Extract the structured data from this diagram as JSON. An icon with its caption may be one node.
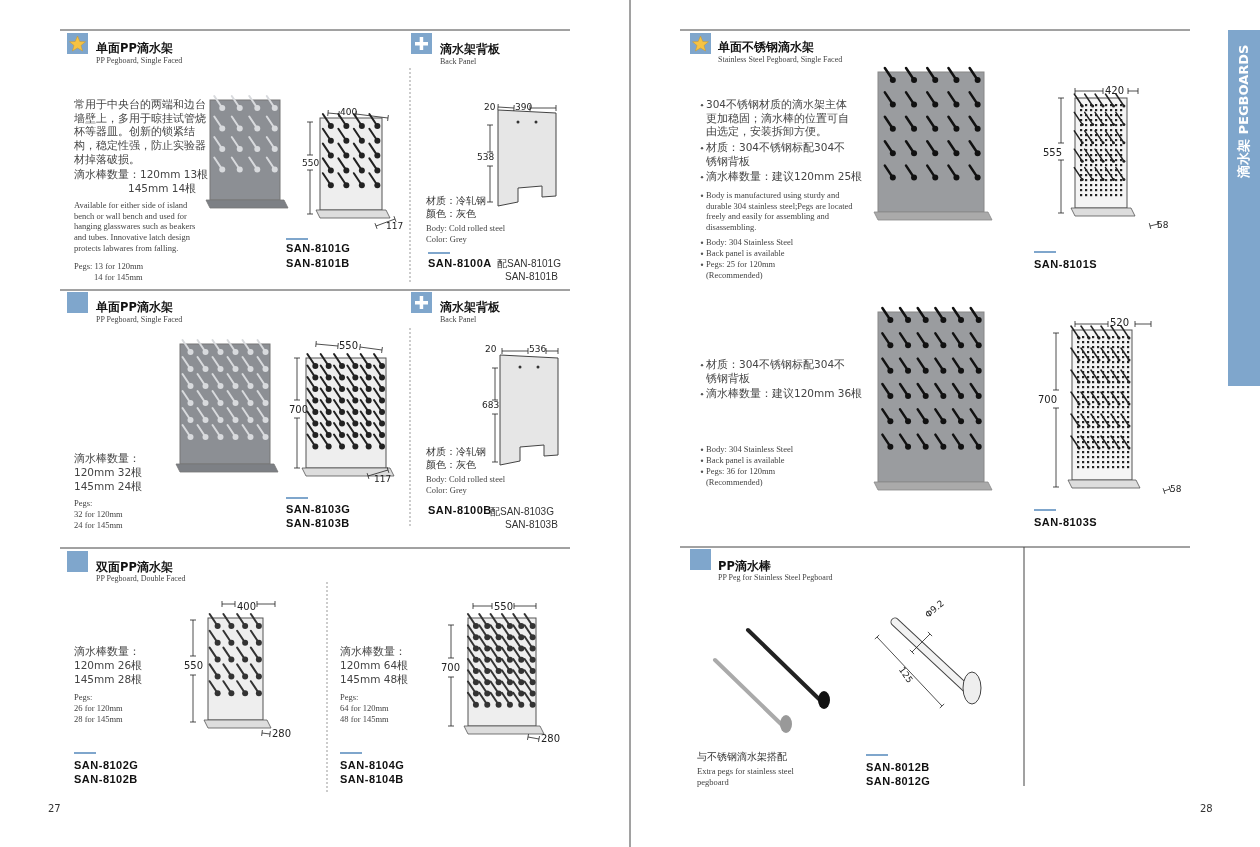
{
  "diagram": {
    "labels": [
      "单面PP滴水架",
      "PP Pegboard, Single Faced",
      "常用于中央台的两端和边台墙壁上，多用于晾挂试管烧杯等器皿。创新的锁紧结构，稳定性强，防止实验器材掉落破损。",
      "滴水棒数量：120mm 13根",
      "145mm 14根",
      "Available for either side of island bench or wall bench and used for hanging glasswares such as beakers and tubes. Innovative latch design protects labwares from falling.",
      "Pegs: 13 for 120mm",
      "14 for 145mm",
      "400",
      "550",
      "117",
      "SAN-8101G",
      "SAN-8101B",
      "滴水架背板",
      "Back Panel",
      "390",
      "20",
      "538",
      "材质：冷轧钢",
      "颜色：灰色",
      "Body: Cold rolled steel",
      "Color: Grey",
      "SAN-8100A",
      "配SAN-8101G",
      "SAN-8101B",
      "单面PP滴水架",
      "PP Pegboard, Single Faced",
      "滴水棒数量：",
      "120mm 32根",
      "145mm 24根",
      "Pegs:",
      "32 for 120mm",
      "24 for 145mm",
      "550",
      "700",
      "117",
      "SAN-8103G",
      "SAN-8103B",
      "滴水架背板",
      "Back Panel",
      "536",
      "20",
      "683",
      "材质：冷轧钢",
      "颜色：灰色",
      "Body: Cold rolled steel",
      "Color: Grey",
      "SAN-8100B",
      "配SAN-8103G",
      "SAN-8103B",
      "双面PP滴水架",
      "PP Pegboard, Double Faced",
      "滴水棒数量：",
      "120mm 26根",
      "145mm 28根",
      "Pegs:",
      "26 for 120mm",
      "28 for 145mm",
      "400",
      "550",
      "280",
      "SAN-8102G",
      "SAN-8102B",
      "滴水棒数量：",
      "120mm 64根",
      "145mm 48根",
      "Pegs:",
      "64 for 120mm",
      "48 for 145mm",
      "550",
      "700",
      "280",
      "SAN-8104G",
      "SAN-8104B",
      "27",
      "单面不锈钢滴水架",
      "Stainless Steel Pegboard, Single Faced",
      "304不锈钢材质的滴水架主体更加稳固；滴水棒的位置可自由选定，安装拆卸方便。",
      "材质：304不锈钢标配304不锈钢背板",
      "滴水棒数量：建议120mm 25根",
      "Body is manufactured using sturdy and durable 304 stainless steel;Pegs are located freely and easily for assembling and disassembling.",
      "Body: 304 Stainless Steel",
      "Back panel is available",
      "Pegs: 25 for 120mm (Recommended)",
      "420",
      "555",
      "58",
      "SAN-8101S",
      "材质：304不锈钢标配304不锈钢背板",
      "滴水棒数量：建议120mm 36根",
      "Body: 304 Stainless Steel",
      "Back panel is available",
      "Pegs: 36 for 120mm (Recommended)",
      "520",
      "700",
      "58",
      "SAN-8103S",
      "PP滴水棒",
      "PP Peg for Stainless Steel Pegboard",
      "Φ9.2",
      "125",
      "与不锈钢滴水架搭配",
      "Extra pegs for stainless steel pegboard",
      "SAN-8012B",
      "SAN-8012G",
      "28",
      "滴水架 PEGBOARDS"
    ]
  }
}
